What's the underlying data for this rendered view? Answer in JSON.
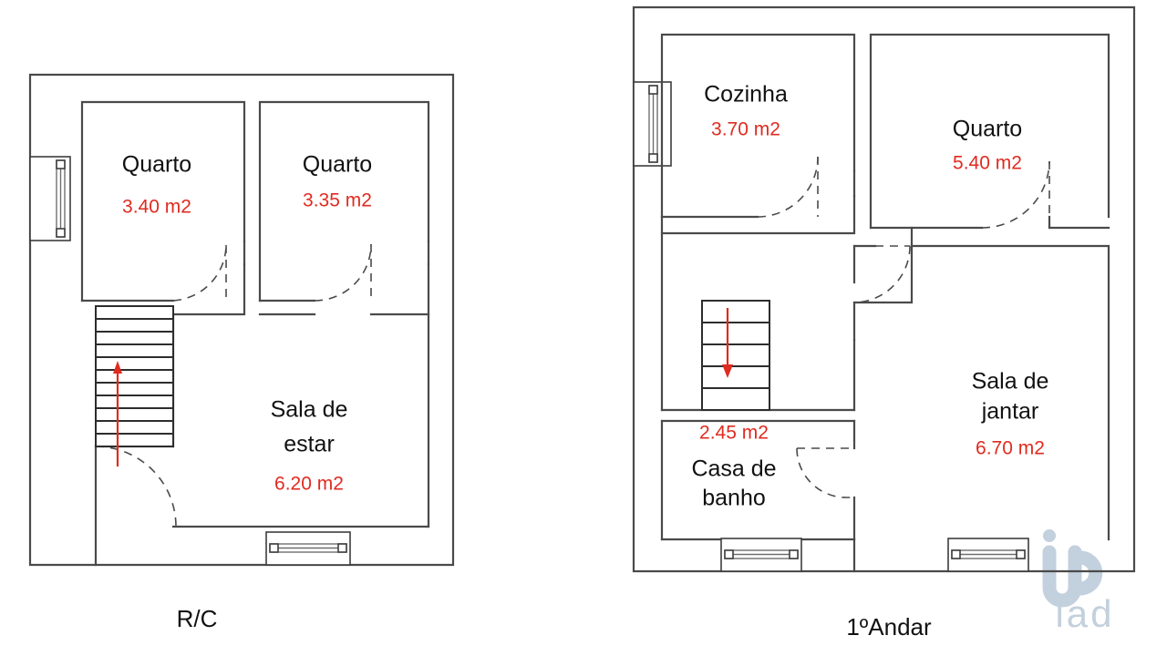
{
  "document": {
    "type": "architectural-floor-plan",
    "plan_count": 2,
    "accent_color": "#e02b20",
    "wall_color": "#4a4a4a",
    "background_color": "#ffffff",
    "watermark": {
      "brand": "iad",
      "logo_name": "iad-logo",
      "color": "#c3d0dd"
    }
  },
  "plans": [
    {
      "id": "ground-floor",
      "caption": "R/C",
      "stair_direction": "up",
      "stair_steps": 11,
      "windows": 2,
      "rooms": [
        {
          "key": "quarto_1",
          "name": "Quarto",
          "area": "3.40 m2"
        },
        {
          "key": "quarto_2",
          "name": "Quarto",
          "area": "3.35 m2"
        },
        {
          "key": "sala_estar",
          "name_line1": "Sala de",
          "name_line2": "estar",
          "name": "Sala de estar",
          "area": "6.20 m2"
        }
      ]
    },
    {
      "id": "first-floor",
      "caption": "1ºAndar",
      "stair_direction": "down",
      "stair_steps": 5,
      "windows": 3,
      "rooms": [
        {
          "key": "cozinha",
          "name": "Cozinha",
          "area": "3.70 m2"
        },
        {
          "key": "quarto_3",
          "name": "Quarto",
          "area": "5.40 m2"
        },
        {
          "key": "casa_banho",
          "name_line1": "Casa de",
          "name_line2": "banho",
          "name": "Casa de banho",
          "area": "2.45 m2"
        },
        {
          "key": "sala_jantar",
          "name_line1": "Sala de",
          "name_line2": "jantar",
          "name": "Sala de jantar",
          "area": "6.70 m2"
        }
      ]
    }
  ],
  "labels": {
    "left": {
      "quarto1_name": "Quarto",
      "quarto1_area": "3.40 m2",
      "quarto2_name": "Quarto",
      "quarto2_area": "3.35 m2",
      "sala_name_1": "Sala de",
      "sala_name_2": "estar",
      "sala_area": "6.20 m2",
      "caption": "R/C"
    },
    "right": {
      "cozinha_name": "Cozinha",
      "cozinha_area": "3.70 m2",
      "quarto_name": "Quarto",
      "quarto_area": "5.40 m2",
      "banho_area": "2.45 m2",
      "banho_name_1": "Casa de",
      "banho_name_2": "banho",
      "jantar_name_1": "Sala de",
      "jantar_name_2": "jantar",
      "jantar_area": "6.70 m2",
      "caption": "1ºAndar"
    },
    "watermark": {
      "brand": "iad"
    }
  }
}
